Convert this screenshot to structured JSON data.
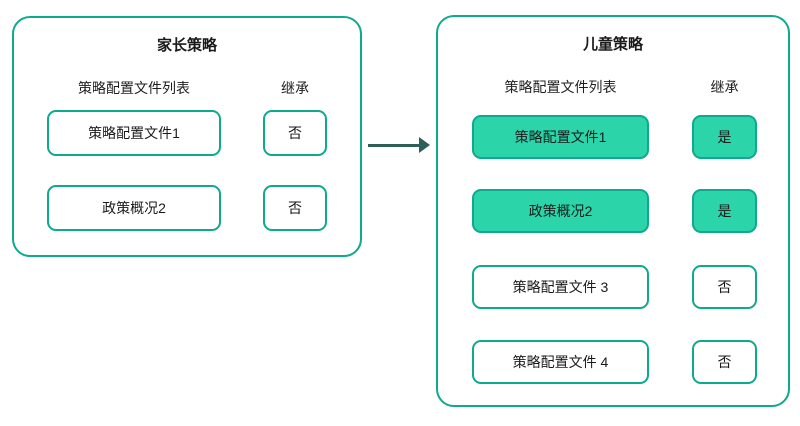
{
  "colors": {
    "border": "#0fa98e",
    "fill": "#2bd4a9",
    "arrow": "#2e5f58",
    "text": "#1a1a1a"
  },
  "parent": {
    "title": "家长策略",
    "col_profiles": "策略配置文件列表",
    "col_inherit": "继承",
    "rows": [
      {
        "label": "策略配置文件1",
        "inherit": "否",
        "highlighted": false
      },
      {
        "label": "政策概况2",
        "inherit": "否",
        "highlighted": false
      }
    ]
  },
  "child": {
    "title": "儿童策略",
    "col_profiles": "策略配置文件列表",
    "col_inherit": "继承",
    "rows": [
      {
        "label": "策略配置文件1",
        "inherit": "是",
        "highlighted": true
      },
      {
        "label": "政策概况2",
        "inherit": "是",
        "highlighted": true
      },
      {
        "label": "策略配置文件 3",
        "inherit": "否",
        "highlighted": false
      },
      {
        "label": "策略配置文件 4",
        "inherit": "否",
        "highlighted": false
      }
    ]
  }
}
